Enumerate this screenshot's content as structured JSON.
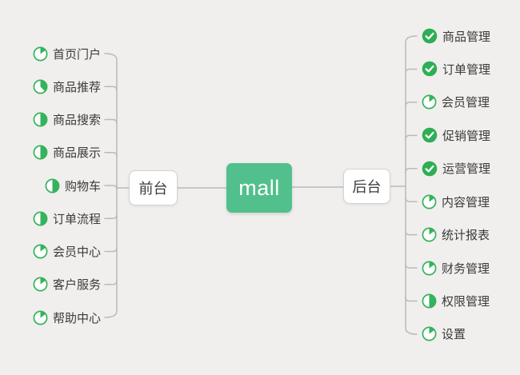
{
  "canvas": {
    "bg": "#f0efed"
  },
  "center": {
    "label": "mall",
    "color": "#52c08c",
    "text_color": "#ffffff"
  },
  "branches": {
    "left": {
      "label": "前台",
      "items": [
        {
          "label": "首页门户",
          "icon": "progress-pie",
          "progress": 0.15
        },
        {
          "label": "商品推荐",
          "icon": "progress-pie",
          "progress": 0.375
        },
        {
          "label": "商品搜索",
          "icon": "progress-pie",
          "progress": 0.5
        },
        {
          "label": "商品展示",
          "icon": "progress-pie",
          "progress": 0.5
        },
        {
          "label": "购物车",
          "icon": "progress-pie",
          "progress": 0.5
        },
        {
          "label": "订单流程",
          "icon": "progress-pie",
          "progress": 0.5
        },
        {
          "label": "会员中心",
          "icon": "progress-pie",
          "progress": 0.15
        },
        {
          "label": "客户服务",
          "icon": "progress-pie",
          "progress": 0.15
        },
        {
          "label": "帮助中心",
          "icon": "progress-pie",
          "progress": 0.15
        }
      ]
    },
    "right": {
      "label": "后台",
      "items": [
        {
          "label": "商品管理",
          "icon": "check-circle",
          "progress": 1
        },
        {
          "label": "订单管理",
          "icon": "check-circle",
          "progress": 1
        },
        {
          "label": "会员管理",
          "icon": "progress-pie",
          "progress": 0.15
        },
        {
          "label": "促销管理",
          "icon": "check-circle",
          "progress": 1
        },
        {
          "label": "运营管理",
          "icon": "check-circle",
          "progress": 1
        },
        {
          "label": "内容管理",
          "icon": "progress-pie",
          "progress": 0.15
        },
        {
          "label": "统计报表",
          "icon": "progress-pie",
          "progress": 0.15
        },
        {
          "label": "财务管理",
          "icon": "progress-pie",
          "progress": 0.15
        },
        {
          "label": "权限管理",
          "icon": "progress-pie",
          "progress": 0.5
        },
        {
          "label": "设置",
          "icon": "progress-pie",
          "progress": 0.15
        }
      ]
    }
  },
  "colors": {
    "root_green": "#52c08c",
    "check_green": "#2fae55",
    "pie_green": "#35b35c",
    "line": "#bbbab8",
    "text": "#3a3a3a",
    "node_bg": "#ffffff",
    "node_border": "#d4d3d1"
  }
}
